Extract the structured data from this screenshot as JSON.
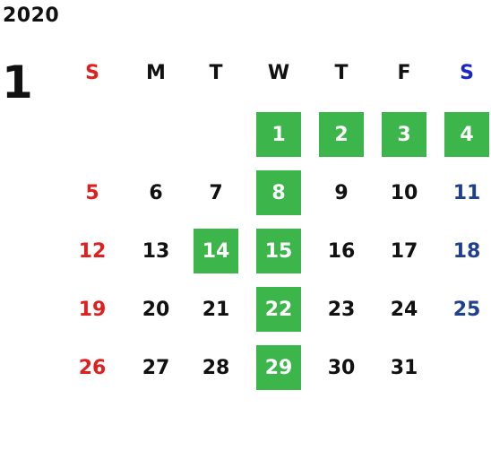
{
  "year": "2020",
  "month": "1",
  "weekdays": [
    "S",
    "M",
    "T",
    "W",
    "T",
    "F",
    "S"
  ],
  "highlight_color": "#3cb54a",
  "sunday_color": "#e02020",
  "saturday_color": "#1f3f8f",
  "weeks": [
    [
      {
        "day": "",
        "highlighted": false
      },
      {
        "day": "",
        "highlighted": false
      },
      {
        "day": "",
        "highlighted": false
      },
      {
        "day": "1",
        "highlighted": true
      },
      {
        "day": "2",
        "highlighted": true
      },
      {
        "day": "3",
        "highlighted": true
      },
      {
        "day": "4",
        "highlighted": true
      }
    ],
    [
      {
        "day": "5",
        "highlighted": false
      },
      {
        "day": "6",
        "highlighted": false
      },
      {
        "day": "7",
        "highlighted": false
      },
      {
        "day": "8",
        "highlighted": true
      },
      {
        "day": "9",
        "highlighted": false
      },
      {
        "day": "10",
        "highlighted": false
      },
      {
        "day": "11",
        "highlighted": false
      }
    ],
    [
      {
        "day": "12",
        "highlighted": false
      },
      {
        "day": "13",
        "highlighted": false
      },
      {
        "day": "14",
        "highlighted": true
      },
      {
        "day": "15",
        "highlighted": true
      },
      {
        "day": "16",
        "highlighted": false
      },
      {
        "day": "17",
        "highlighted": false
      },
      {
        "day": "18",
        "highlighted": false
      }
    ],
    [
      {
        "day": "19",
        "highlighted": false
      },
      {
        "day": "20",
        "highlighted": false
      },
      {
        "day": "21",
        "highlighted": false
      },
      {
        "day": "22",
        "highlighted": true
      },
      {
        "day": "23",
        "highlighted": false
      },
      {
        "day": "24",
        "highlighted": false
      },
      {
        "day": "25",
        "highlighted": false
      }
    ],
    [
      {
        "day": "26",
        "highlighted": false
      },
      {
        "day": "27",
        "highlighted": false
      },
      {
        "day": "28",
        "highlighted": false
      },
      {
        "day": "29",
        "highlighted": true
      },
      {
        "day": "30",
        "highlighted": false
      },
      {
        "day": "31",
        "highlighted": false
      },
      {
        "day": "",
        "highlighted": false
      }
    ]
  ]
}
